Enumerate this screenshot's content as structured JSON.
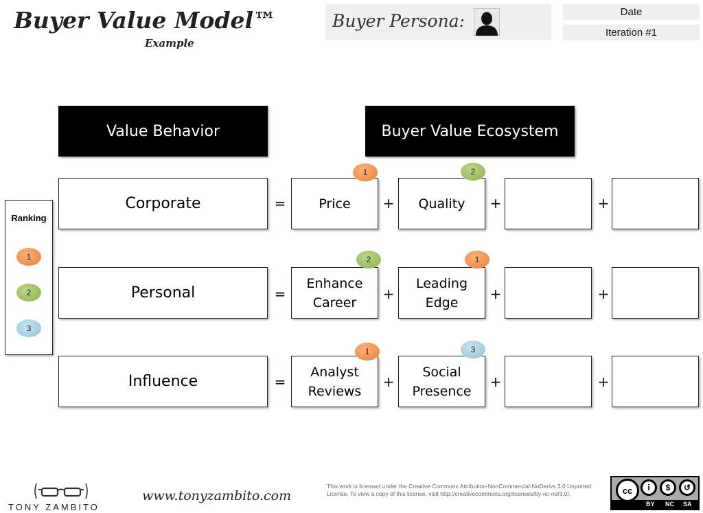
{
  "header": {
    "title": "Buyer Value Model™",
    "subtitle": "Example",
    "persona_label": "Buyer Persona:",
    "avatar_icon": "person-silhouette-icon",
    "date_label": "Date",
    "iteration_label": "Iteration #1"
  },
  "columns": {
    "left_header": "Value Behavior",
    "right_header": "Buyer Value Ecosystem"
  },
  "operators": {
    "equals": "=",
    "plus": "+"
  },
  "rows": [
    {
      "behavior": "Corporate",
      "factors": [
        "Price",
        "Quality",
        "",
        ""
      ],
      "ranks": [
        "1",
        "2"
      ]
    },
    {
      "behavior": "Personal",
      "factors": [
        "Enhance Career",
        "Leading Edge",
        "",
        ""
      ],
      "ranks": [
        "2",
        "1"
      ]
    },
    {
      "behavior": "Influence",
      "factors": [
        "Analyst Reviews",
        "Social Presence",
        "",
        ""
      ],
      "ranks": [
        "1",
        "3"
      ]
    }
  ],
  "ranking": {
    "title": "Ranking",
    "items": [
      {
        "label": "1",
        "color": "#f08a3e"
      },
      {
        "label": "2",
        "color": "#9bbb59"
      },
      {
        "label": "3",
        "color": "#a5d1e2"
      }
    ]
  },
  "footer": {
    "logo_name": "TONY ZAMBITO",
    "website": "www.tonyzambito.com",
    "license_text": "This work is licensed under the Creative Commons Attribution-NonCommercial-NoDerivs 3.0 Unported License. To view a copy of this license, visit http://creativecommons.org/licenses/by-nc-nd/3.0/.",
    "cc_badge": {
      "main": "cc",
      "labels": [
        "BY",
        "NC",
        "SA"
      ],
      "icons": [
        "attribution-icon",
        "noncommercial-icon",
        "sharealike-icon"
      ]
    }
  }
}
